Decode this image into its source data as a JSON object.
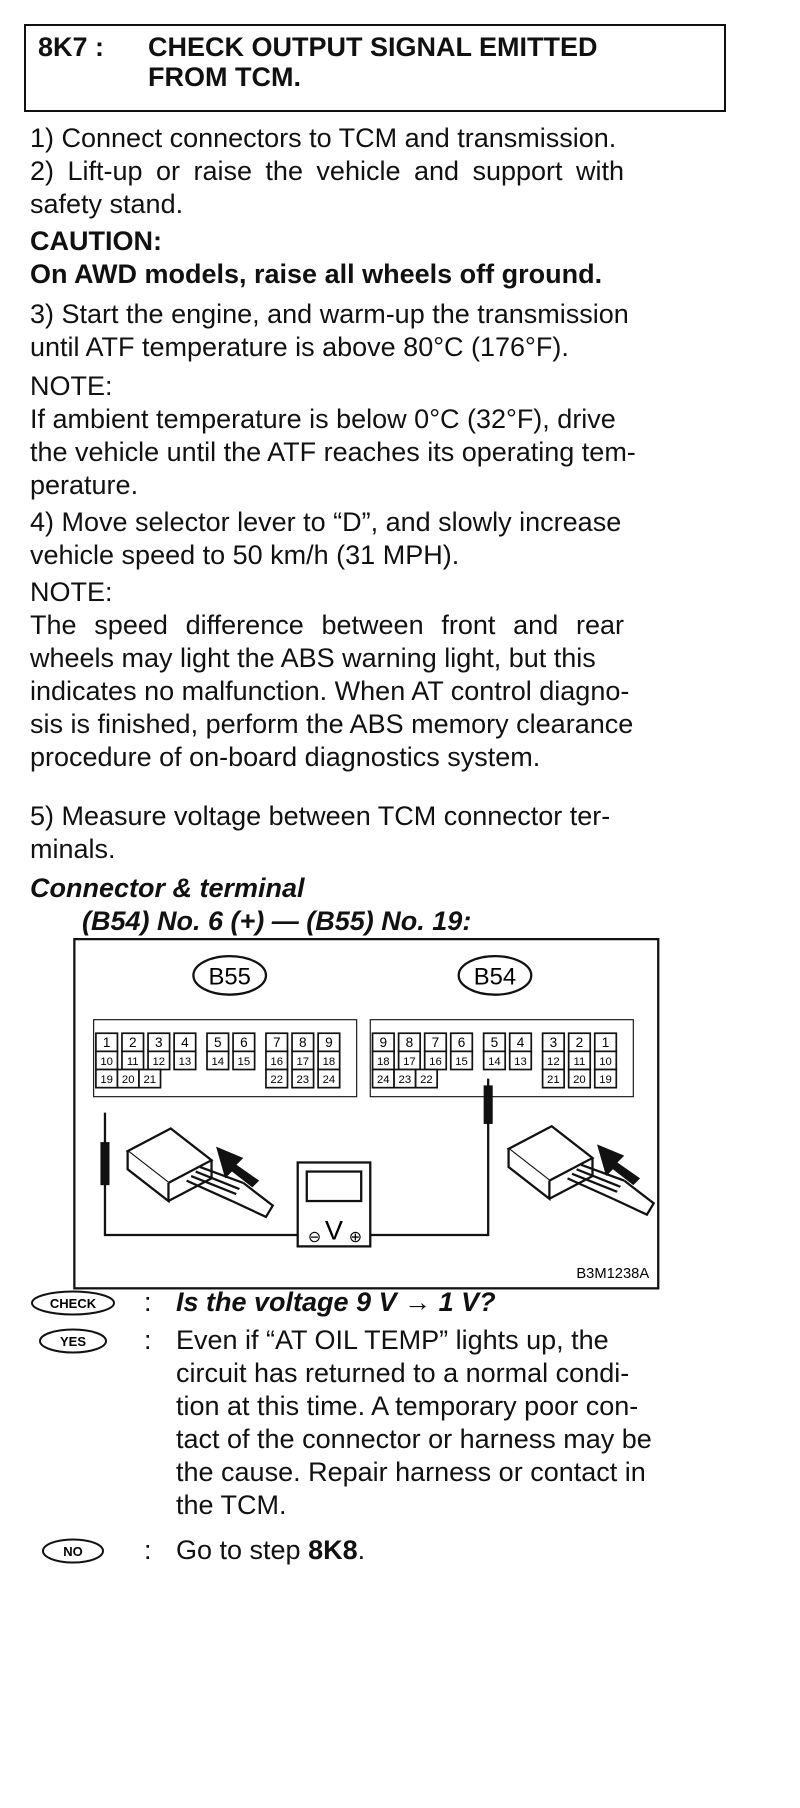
{
  "header": {
    "step_id": "8K7 :",
    "title_line1": "CHECK OUTPUT SIGNAL EMITTED",
    "title_line2": "FROM TCM."
  },
  "steps": {
    "s1": "1) Connect connectors to TCM and transmission.",
    "s2_l1": "2) Lift-up or raise the vehicle and support with",
    "s2_l2": "safety stand.",
    "caution_label": "CAUTION:",
    "caution_text": "On AWD models, raise all wheels off ground.",
    "s3_l1": "3) Start the engine, and warm-up the transmission",
    "s3_l2": "until ATF temperature is above 80°C (176°F).",
    "note1_label": "NOTE:",
    "note1_l1": "If ambient temperature is below 0°C (32°F), drive",
    "note1_l2": "the vehicle until the ATF reaches its operating tem-",
    "note1_l3": "perature.",
    "s4_l1": "4) Move selector lever to “D”, and slowly increase",
    "s4_l2": "vehicle speed to 50 km/h (31 MPH).",
    "note2_label": "NOTE:",
    "note2_l1": "The speed difference between front and rear",
    "note2_l2": "wheels may light the ABS warning light, but this",
    "note2_l3": "indicates no malfunction. When AT control diagno-",
    "note2_l4": "sis is finished, perform the ABS memory clearance",
    "note2_l5": "procedure of on-board diagnostics system.",
    "s5_l1": "5) Measure voltage between TCM connector ter-",
    "s5_l2": "minals.",
    "conn_label": "Connector & terminal",
    "conn_value": "(B54) No. 6 (+) — (B55) No. 19:"
  },
  "diagram": {
    "left_connector": "B55",
    "right_connector": "B54",
    "figure_code": "B3M1238A",
    "meter_symbol": "V",
    "minus_symbol": "⊖",
    "plus_symbol": "⊕",
    "left_row1": [
      "1",
      "2",
      "3",
      "4",
      "5",
      "6",
      "7",
      "8",
      "9"
    ],
    "left_row2": [
      "10",
      "11",
      "12",
      "13",
      "14",
      "15",
      "16",
      "17",
      "18"
    ],
    "left_row3": [
      "19",
      "20",
      "21",
      "22",
      "23",
      "24"
    ],
    "right_row1": [
      "9",
      "8",
      "7",
      "6",
      "5",
      "4",
      "3",
      "2",
      "1"
    ],
    "right_row2": [
      "18",
      "17",
      "16",
      "15",
      "14",
      "13",
      "12",
      "11",
      "10"
    ],
    "right_row3": [
      "24",
      "23",
      "22",
      "21",
      "20",
      "19"
    ]
  },
  "qa": {
    "check_badge": "CHECK",
    "yes_badge": "YES",
    "no_badge": "NO",
    "colon": ":",
    "check_text": "Is the voltage 9 V → 1 V?",
    "yes_l1": "Even if “AT OIL TEMP” lights up, the",
    "yes_l2": "circuit has returned to a normal condi-",
    "yes_l3": "tion at this time. A temporary poor con-",
    "yes_l4": "tact of the connector or harness may be",
    "yes_l5": "the cause. Repair harness or contact in",
    "yes_l6": "the TCM.",
    "no_prefix": "Go to step ",
    "no_step": "8K8",
    "no_suffix": "."
  }
}
